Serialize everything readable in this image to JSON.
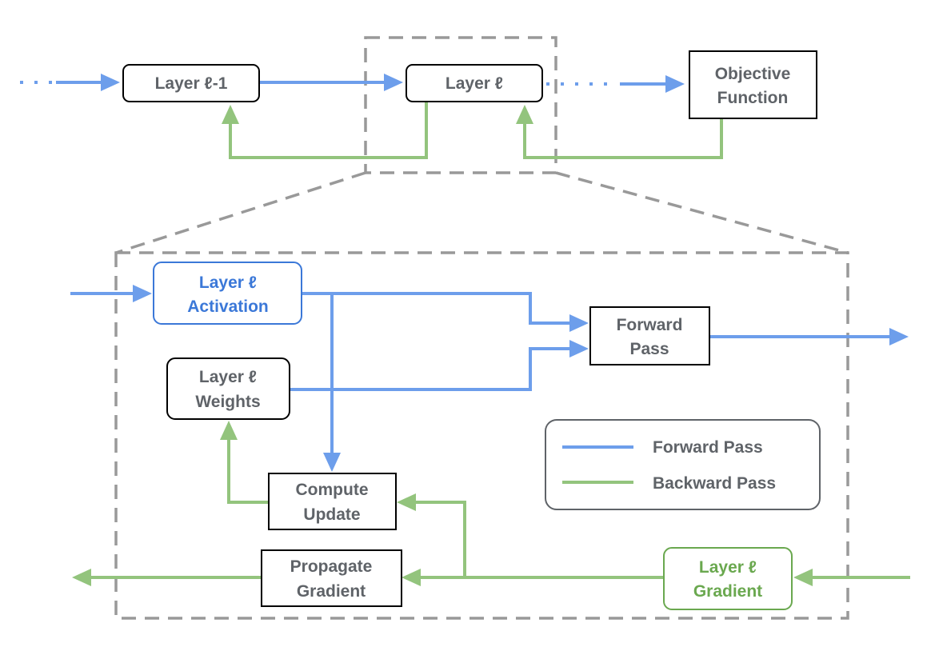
{
  "nodes": {
    "layer_prev": "Layer ℓ-1",
    "layer": "Layer ℓ",
    "objective_line1": "Objective",
    "objective_line2": "Function",
    "activation_line1": "Layer ℓ",
    "activation_line2": "Activation",
    "forward_line1": "Forward",
    "forward_line2": "Pass",
    "weights_line1": "Layer ℓ",
    "weights_line2": "Weights",
    "compute_line1": "Compute",
    "compute_line2": "Update",
    "propagate_line1": "Propagate",
    "propagate_line2": "Gradient",
    "gradient_line1": "Layer ℓ",
    "gradient_line2": "Gradient"
  },
  "legend": {
    "forward": "Forward Pass",
    "backward": "Backward Pass"
  },
  "colors": {
    "forward": "#6d9eeb",
    "backward": "#93c47d",
    "activation_text": "#3b78d8",
    "gradient_text": "#6aa84f",
    "box_text": "#5f6368",
    "dashed": "#999999"
  }
}
